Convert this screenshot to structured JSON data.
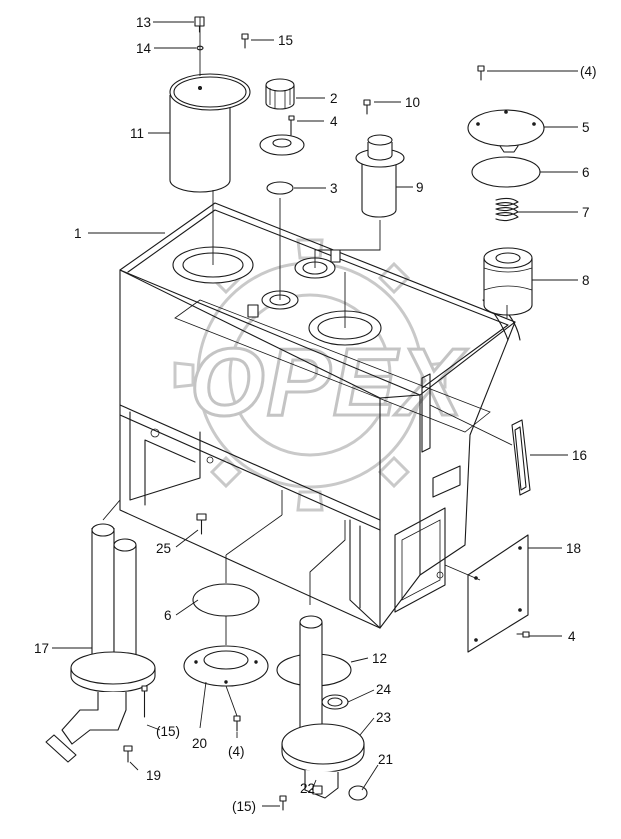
{
  "watermark": {
    "text": "OPEX"
  },
  "callouts": {
    "c1": "1",
    "c2": "2",
    "c3": "3",
    "c4": "4",
    "c5": "5",
    "c6": "6",
    "c7": "7",
    "c8": "8",
    "c9": "9",
    "c10": "10",
    "c11": "11",
    "c12": "12",
    "c13": "13",
    "c14": "14",
    "c15": "15",
    "c16": "16",
    "c17": "17",
    "c18": "18",
    "c19": "19",
    "c20": "20",
    "c21": "21",
    "c22": "22",
    "c23": "23",
    "c24": "24",
    "c25": "25",
    "c4_ref_top": "(4)",
    "c6_bottom": "6",
    "c15_ref_left": "(15)",
    "c4_ref_bottom": "(4)",
    "c15_ref_bottom": "(15)",
    "c4_bottom_right": "4"
  }
}
